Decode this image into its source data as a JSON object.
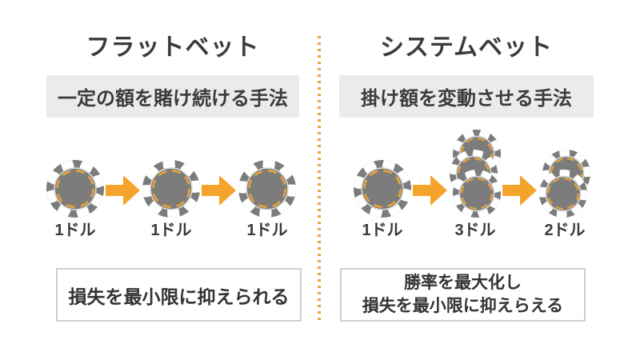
{
  "colors": {
    "accent": "#f5a42b",
    "divider": "#eaa33c",
    "chip_gray": "#7c7c7c",
    "chip_ring_orange": "#f0a433",
    "text": "#3b3b3b",
    "subtitle_bg": "#ebebeb",
    "note_border": "#cfcfcf"
  },
  "panels": {
    "left": {
      "title": "フラットベット",
      "subtitle": "一定の額を賭け続ける手法",
      "steps": [
        {
          "chips": 1,
          "label": "1ドル"
        },
        {
          "chips": 1,
          "label": "1ドル"
        },
        {
          "chips": 1,
          "label": "1ドル"
        }
      ],
      "note_lines": [
        "損失を最小限に抑えられる"
      ]
    },
    "right": {
      "title": "システムベット",
      "subtitle": "掛け額を変動させる手法",
      "steps": [
        {
          "chips": 1,
          "label": "1ドル"
        },
        {
          "chips": 3,
          "label": "3ドル"
        },
        {
          "chips": 2,
          "label": "2ドル"
        }
      ],
      "note_lines": [
        "勝率を最大化し",
        "損失を最小限に抑えらえる"
      ]
    }
  }
}
